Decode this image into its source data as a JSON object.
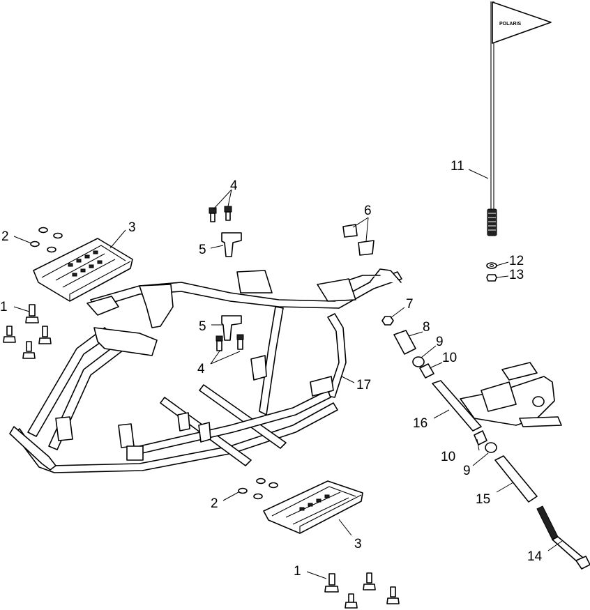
{
  "flag": {
    "brand_text": "POLARIS"
  },
  "callouts": {
    "c1a": "1",
    "c1b": "1",
    "c2a": "2",
    "c2b": "2",
    "c3a": "3",
    "c3b": "3",
    "c4a": "4",
    "c4b": "4",
    "c5a": "5",
    "c5b": "5",
    "c6": "6",
    "c7": "7",
    "c8": "8",
    "c9a": "9",
    "c9b": "9",
    "c10a": "10",
    "c10b": "10",
    "c11": "11",
    "c12": "12",
    "c13": "13",
    "c14": "14",
    "c15": "15",
    "c16": "16",
    "c17": "17"
  }
}
